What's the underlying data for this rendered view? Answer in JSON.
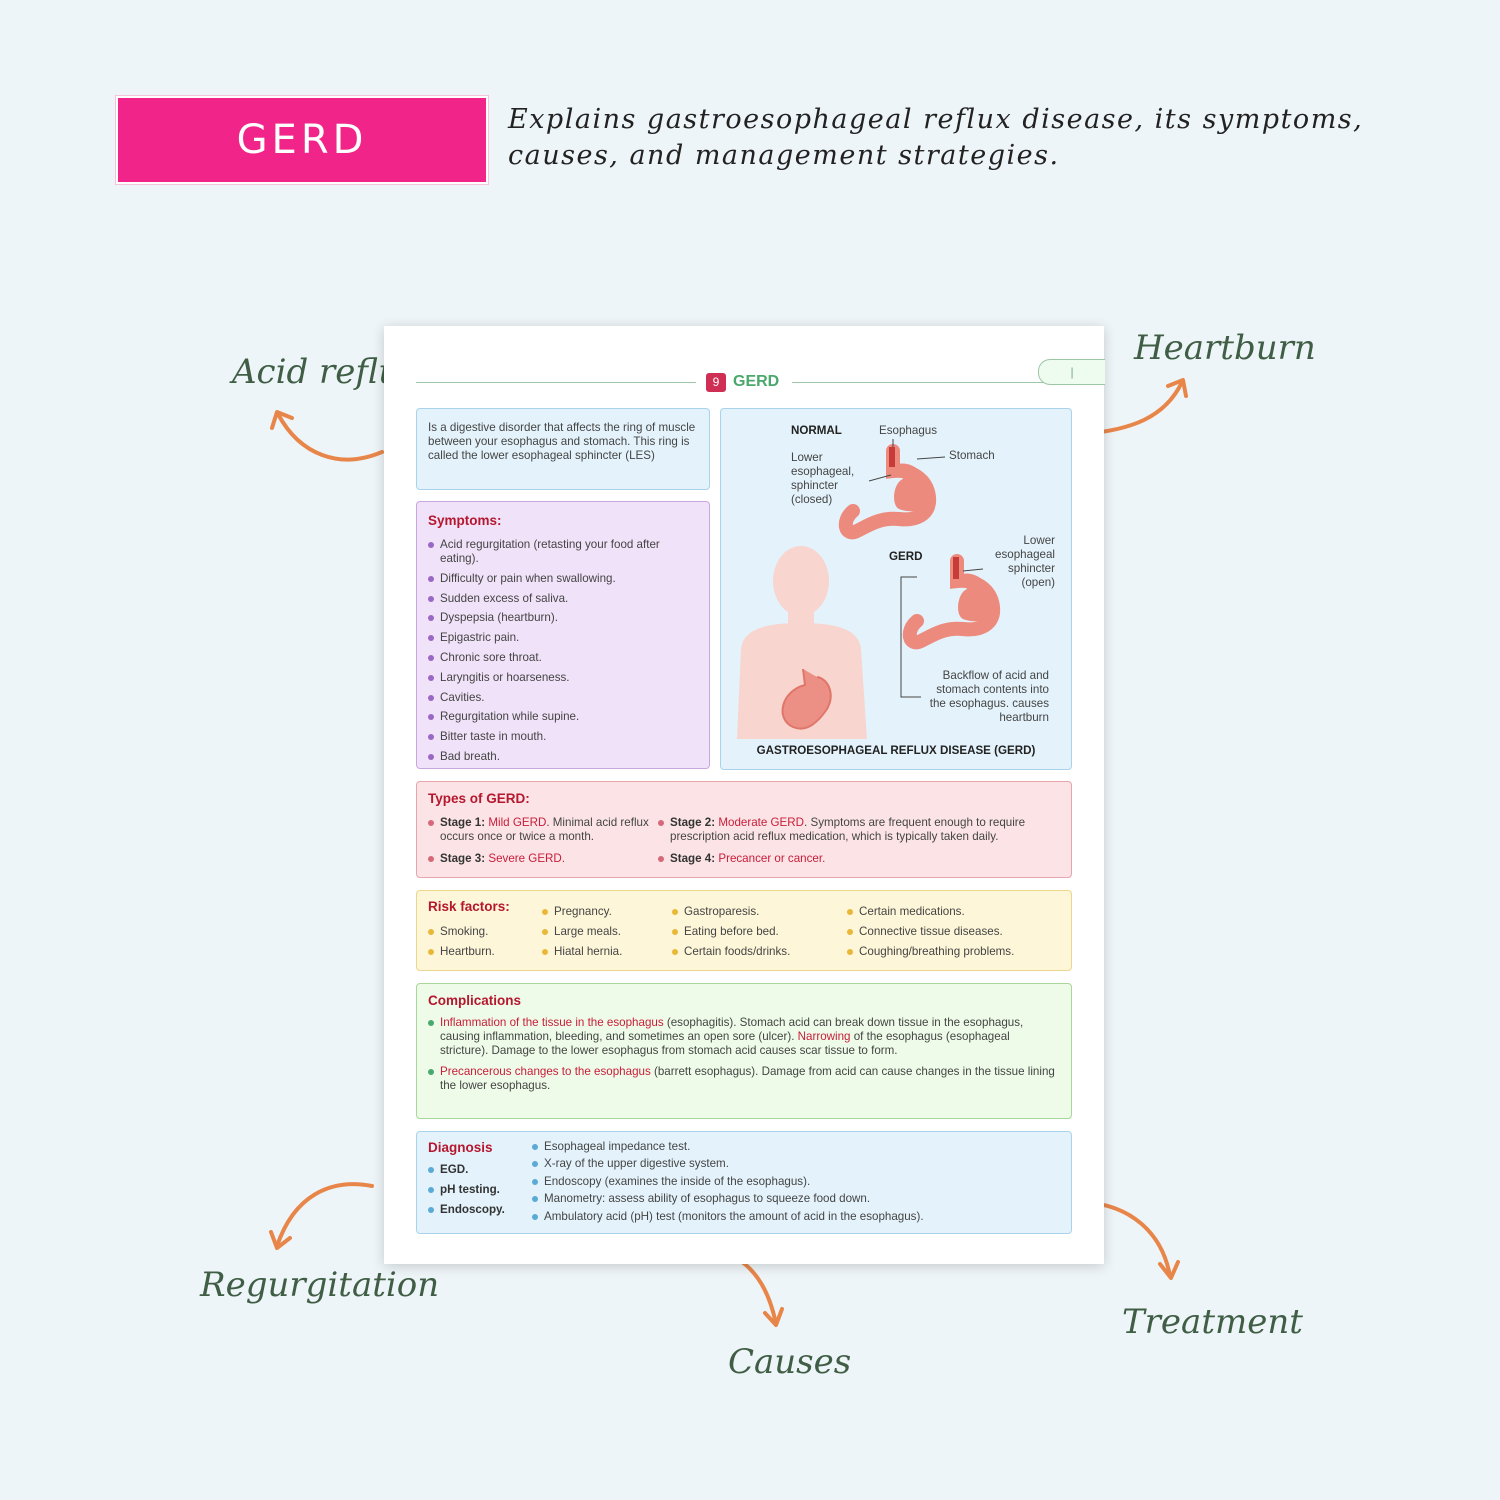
{
  "header": {
    "badge": "GERD",
    "subtitle": "Explains gastroesophageal reflux disease, its symptoms, causes, and management strategies."
  },
  "callouts": {
    "acid_reflux": "Acid reflux",
    "heartburn": "Heartburn",
    "regurgitation": "Regurgitation",
    "causes": "Causes",
    "treatment": "Treatment"
  },
  "doc": {
    "chapter_num": "9",
    "chapter_title": "GERD",
    "tab_mark": "|",
    "definition": "Is a digestive disorder that affects the ring of muscle between your esophagus and stomach. This ring is called the lower esophageal sphincter (LES)",
    "symptoms": {
      "title": "Symptoms:",
      "items": [
        "Acid regurgitation (retasting your food after eating).",
        "Difficulty or pain when swallowing.",
        "Sudden excess of saliva.",
        "Dyspepsia (heartburn).",
        "Epigastric pain.",
        "Chronic sore throat.",
        "Laryngitis or hoarseness.",
        "Cavities.",
        "Regurgitation while supine.",
        "Bitter taste in mouth.",
        "Bad breath."
      ]
    },
    "diagram": {
      "normal": "NORMAL",
      "esophagus": "Esophagus",
      "stomach": "Stomach",
      "les_closed": "Lower esophageal, sphincter (closed)",
      "gerd": "GERD",
      "les_open": "Lower esophageal sphincter (open)",
      "backflow": "Backflow of acid and stomach contents into the esophagus. causes heartburn",
      "caption": "GASTROESOPHAGEAL REFLUX DISEASE (GERD)"
    },
    "types": {
      "title": "Types of GERD:",
      "s1_label": "Stage 1:",
      "s1_name": "Mild GERD",
      "s1_text": ". Minimal acid reflux occurs once or twice a month.",
      "s2_label": "Stage 2:",
      "s2_name": "Moderate GERD",
      "s2_text": ". Symptoms are frequent enough to require prescription acid reflux medication, which is typically taken daily.",
      "s3_label": "Stage 3:",
      "s3_name": "Severe GERD.",
      "s4_label": "Stage 4:",
      "s4_name": "Precancer or cancer."
    },
    "risk": {
      "title": "Risk factors:",
      "col1": [
        "Smoking.",
        "Heartburn."
      ],
      "col2": [
        "Pregnancy.",
        "Large meals.",
        "Hiatal hernia."
      ],
      "col3": [
        "Gastroparesis.",
        "Eating before bed.",
        "Certain foods/drinks."
      ],
      "col4": [
        "Certain medications.",
        "Connective tissue diseases.",
        "Coughing/breathing problems."
      ]
    },
    "complications": {
      "title": "Complications",
      "c1_red": "Inflammation of the tissue in the esophagus",
      "c1_text": " (esophagitis). Stomach acid can break down tissue in the esophagus, causing inflammation, bleeding, and sometimes an open sore (ulcer). ",
      "c1_red2": "Narrowing",
      "c1_text2": " of the esophagus (esophageal stricture). Damage to the lower esophagus from stomach acid causes scar tissue to form.",
      "c2_red": "Precancerous changes to the esophagus",
      "c2_text": " (barrett esophagus). Damage from acid can cause changes in the tissue lining the lower esophagus."
    },
    "diagnosis": {
      "title": "Diagnosis",
      "left": [
        "EGD.",
        "pH testing.",
        "Endoscopy."
      ],
      "right": [
        "Esophageal impedance test.",
        "X-ray of the upper digestive system.",
        "Endoscopy (examines the inside of the esophagus).",
        "Manometry: assess ability of esophagus to squeeze food down.",
        "Ambulatory acid (pH) test (monitors the amount of acid in the esophagus)."
      ]
    }
  },
  "colors": {
    "accent": "#f12589",
    "arrow": "#e8864a",
    "callout_text": "#3f5e45"
  }
}
